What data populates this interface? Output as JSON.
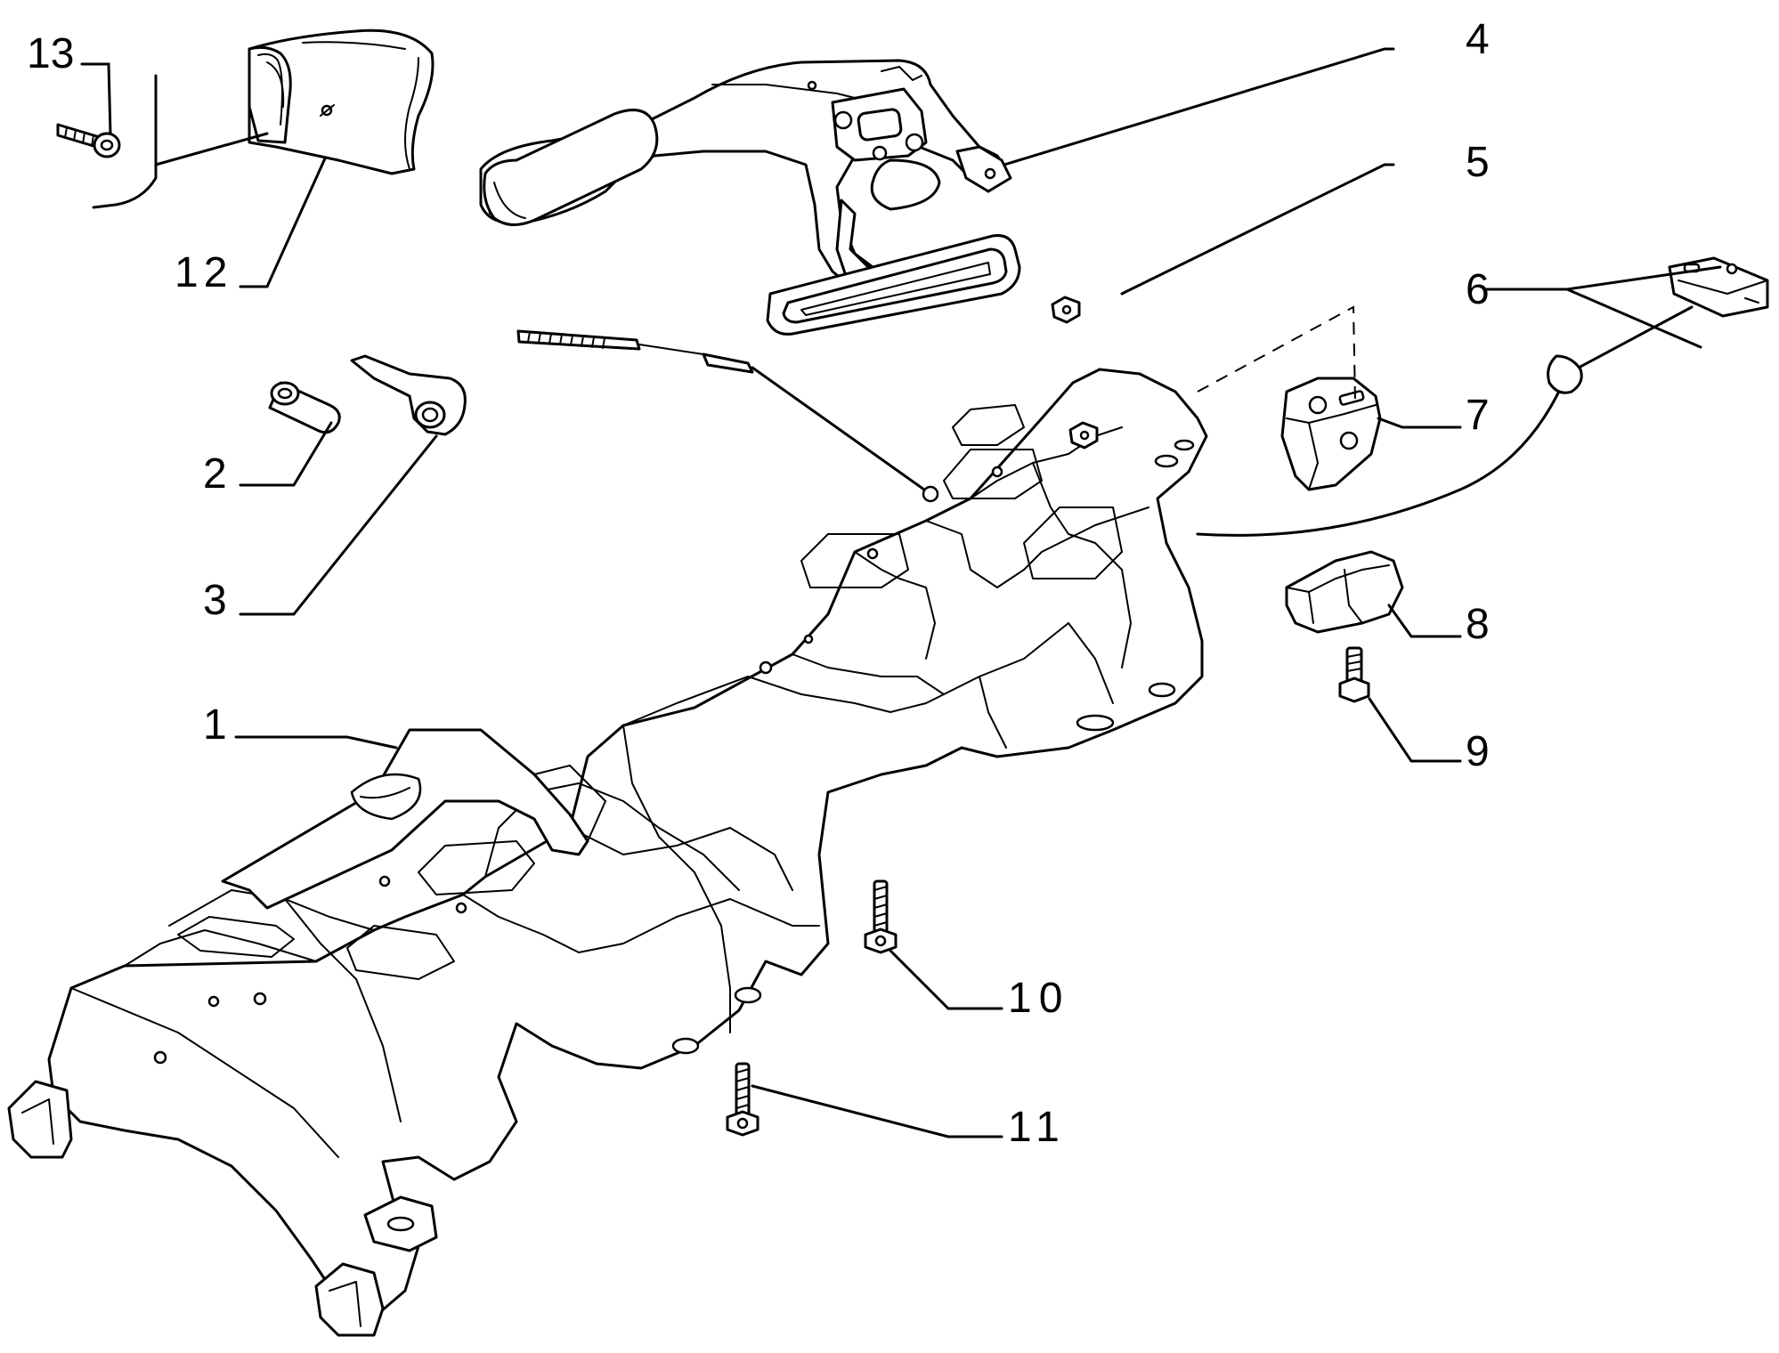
{
  "callouts": [
    {
      "id": "13",
      "text": "13"
    },
    {
      "id": "12",
      "text": "12"
    },
    {
      "id": "4",
      "text": "4"
    },
    {
      "id": "5",
      "text": "5"
    },
    {
      "id": "6",
      "text": "6"
    },
    {
      "id": "7",
      "text": "7"
    },
    {
      "id": "8",
      "text": "8"
    },
    {
      "id": "9",
      "text": "9"
    },
    {
      "id": "2",
      "text": "2"
    },
    {
      "id": "3",
      "text": "3"
    },
    {
      "id": "1",
      "text": "1"
    },
    {
      "id": "10",
      "text": "10"
    },
    {
      "id": "11",
      "text": "11"
    }
  ],
  "colors": {
    "ink": "#000000",
    "paper": "#ffffff"
  }
}
